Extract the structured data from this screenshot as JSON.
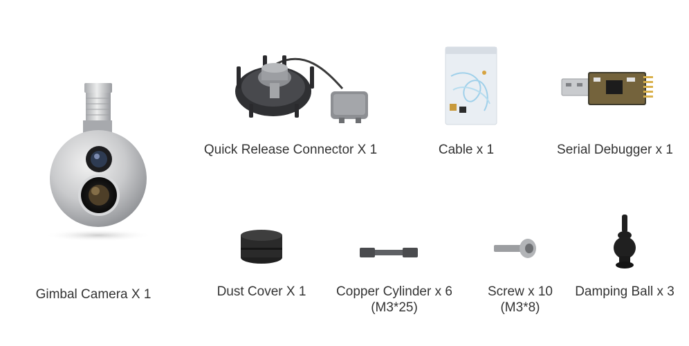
{
  "items": {
    "gimbal_camera": {
      "label": "Gimbal Camera X 1",
      "icon": "gimbal-camera-icon"
    },
    "quick_release": {
      "label": "Quick Release Connector X 1",
      "icon": "quick-release-connector-icon"
    },
    "cable": {
      "label": "Cable x 1",
      "icon": "cable-bag-icon"
    },
    "serial_debugger": {
      "label": "Serial Debugger x 1",
      "icon": "usb-serial-debugger-icon"
    },
    "dust_cover": {
      "label": "Dust Cover X 1",
      "icon": "dust-cover-icon"
    },
    "copper_cylinder": {
      "label": "Copper Cylinder x 6",
      "sub": "(M3*25)",
      "icon": "copper-cylinder-icon"
    },
    "screw": {
      "label": "Screw x 10",
      "sub": "(M3*8)",
      "icon": "screw-icon"
    },
    "damping_ball": {
      "label": "Damping Ball x 3",
      "icon": "damping-ball-icon"
    }
  },
  "colors": {
    "text": "#333333",
    "background": "#ffffff"
  }
}
